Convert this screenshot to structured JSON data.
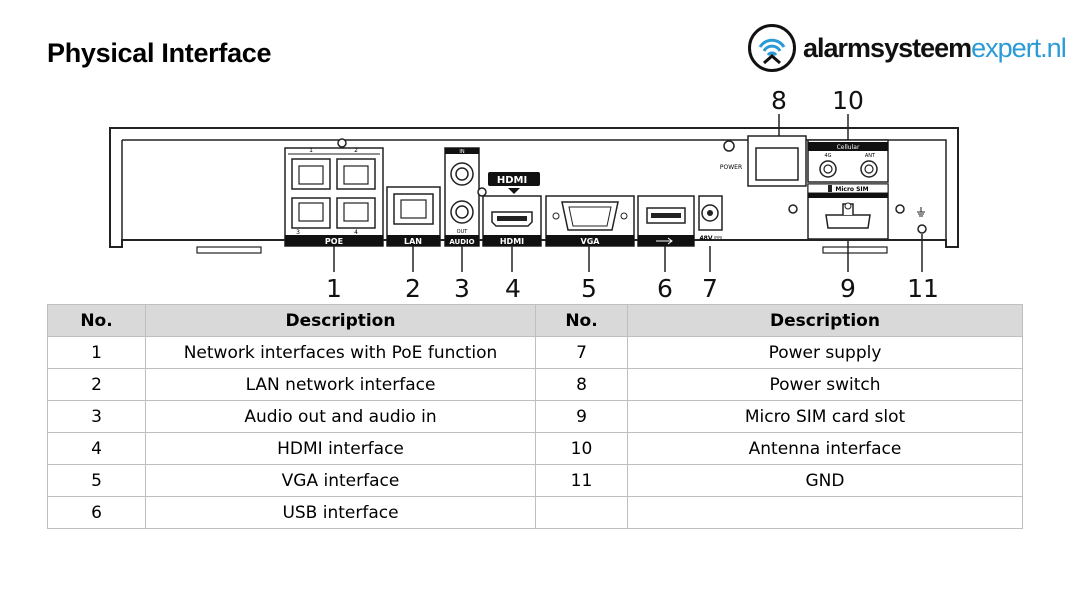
{
  "page_title": "Physical Interface",
  "logo": {
    "part1": "alarmsysteem",
    "part2": "expert.nl"
  },
  "device": {
    "port_labels": {
      "poe": "POE",
      "poe_numbers": [
        "1",
        "2",
        "3",
        "4"
      ],
      "lan": "LAN",
      "audio": "AUDIO",
      "audio_in": "IN",
      "audio_out": "OUT",
      "hdmi": "HDMI",
      "hdmi_logo": "HDMI",
      "vga": "VGA",
      "power": "POWER",
      "dc": "48V",
      "cellular": "Cellular",
      "ant_4g": "4G",
      "ant": "ANT",
      "micro_sim": "Micro SIM"
    },
    "callouts": [
      "1",
      "2",
      "3",
      "4",
      "5",
      "6",
      "7",
      "8",
      "9",
      "10",
      "11"
    ]
  },
  "table": {
    "headers": [
      "No.",
      "Description",
      "No.",
      "Description"
    ],
    "rows": [
      [
        "1",
        "Network interfaces with PoE function",
        "7",
        "Power supply"
      ],
      [
        "2",
        "LAN network interface",
        "8",
        "Power switch"
      ],
      [
        "3",
        "Audio out and audio in",
        "9",
        "Micro SIM card slot"
      ],
      [
        "4",
        "HDMI interface",
        "10",
        "Antenna interface"
      ],
      [
        "5",
        "VGA interface",
        "11",
        "GND"
      ],
      [
        "6",
        "USB interface",
        "",
        ""
      ]
    ]
  }
}
